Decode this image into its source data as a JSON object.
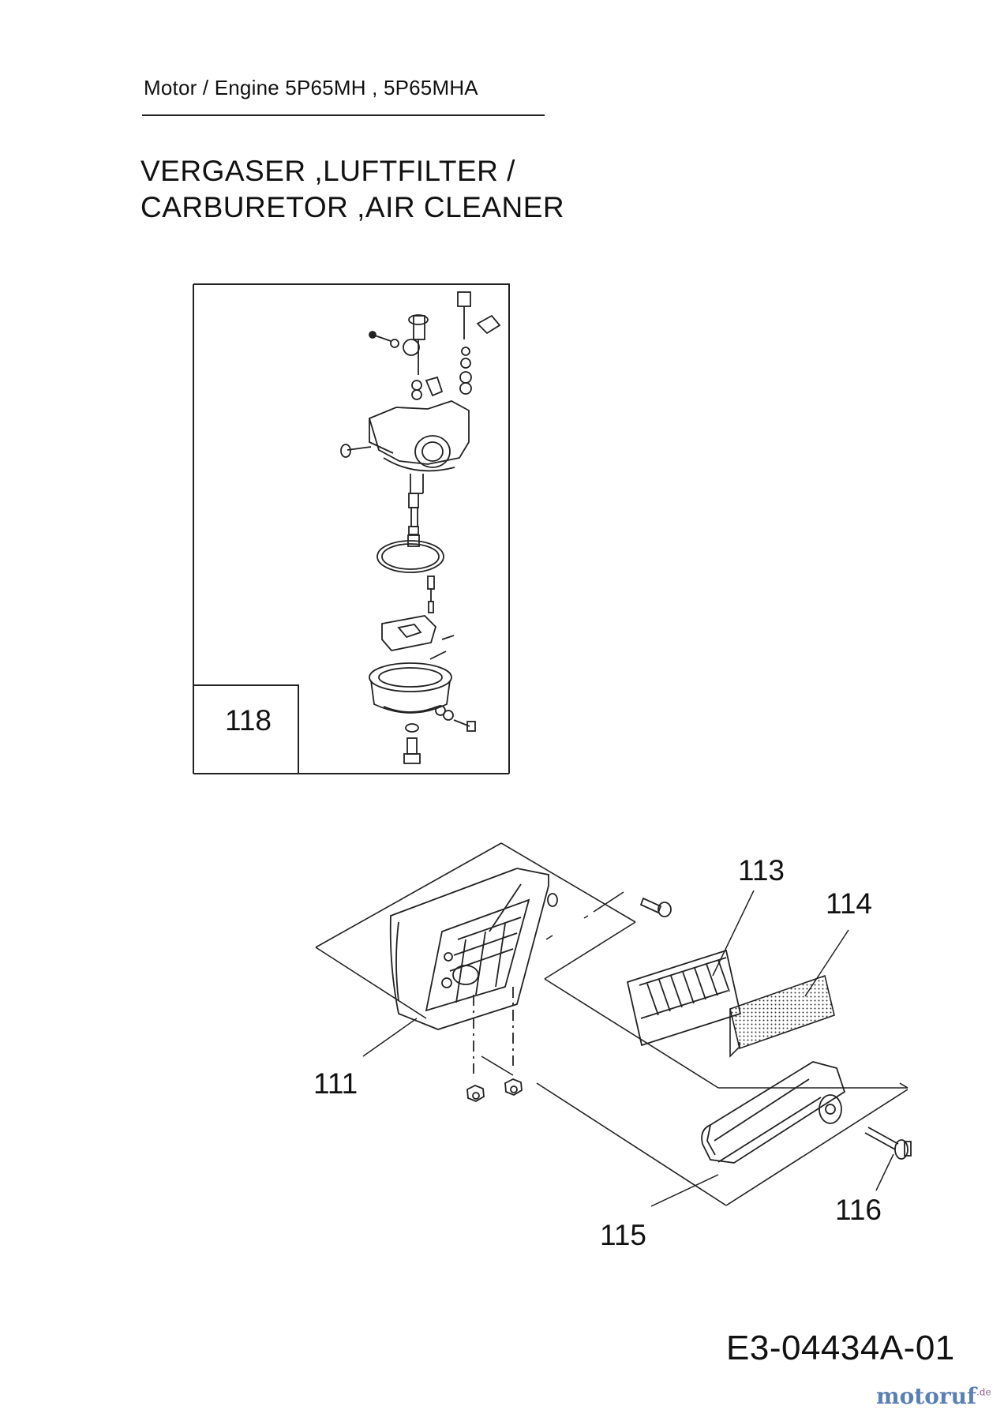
{
  "header": {
    "engine_line": "Motor / Engine  5P65MH  , 5P65MHA"
  },
  "title": {
    "line1": "VERGASER ,LUFTFILTER /",
    "line2": "CARBURETOR ,AIR CLEANER"
  },
  "callouts": {
    "c118": "118",
    "c113": "113",
    "c114": "114",
    "c111": "111",
    "c115": "115",
    "c116": "116"
  },
  "drawing_number": "E3-04434A-01",
  "watermark": {
    "brand": "motoruf",
    "tld": ".de"
  }
}
